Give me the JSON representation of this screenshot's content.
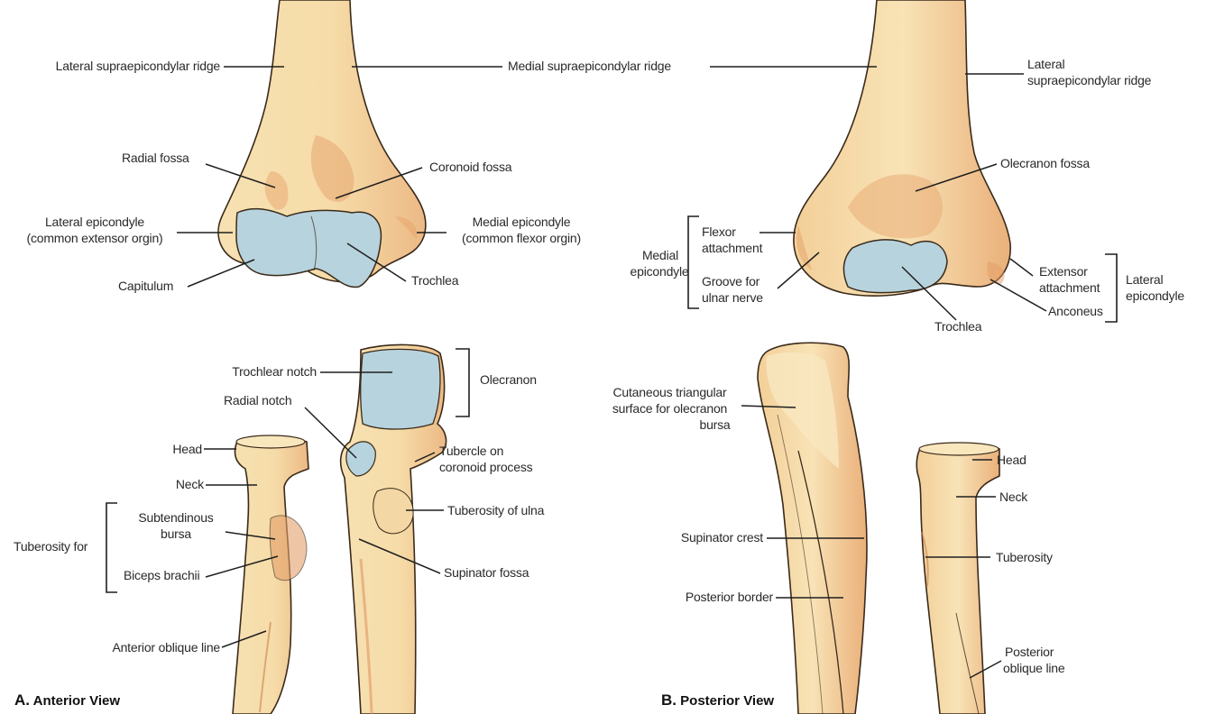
{
  "colors": {
    "bone": "#f6dca8",
    "bone_shade": "#e8a56c",
    "bone_deep": "#d98a55",
    "cartilage": "#b7d3dd",
    "outline": "#3a2a1a",
    "leader": "#1f1f1f",
    "text": "#2a2a2a"
  },
  "anterior": {
    "caption_letter": "A.",
    "caption_text": "Anterior View",
    "labels": {
      "lateral_supraepicondylar_ridge": "Lateral supraepicondylar ridge",
      "medial_supraepicondylar_ridge": "Medial supraepicondylar ridge",
      "radial_fossa": "Radial fossa",
      "coronoid_fossa": "Coronoid fossa",
      "lateral_epicondyle_1": "Lateral epicondyle",
      "lateral_epicondyle_2": "(common extensor orgin)",
      "medial_epicondyle_1": "Medial epicondyle",
      "medial_epicondyle_2": "(common flexor orgin)",
      "capitulum": "Capitulum",
      "trochlea": "Trochlea",
      "trochlear_notch": "Trochlear notch",
      "olecranon": "Olecranon",
      "radial_notch": "Radial notch",
      "head": "Head",
      "neck": "Neck",
      "tubercle_1": "Tubercle on",
      "tubercle_2": "coronoid process",
      "tuberosity_for": "Tuberosity for",
      "subtendinous_1": "Subtendinous",
      "subtendinous_2": "bursa",
      "biceps_brachii": "Biceps brachii",
      "tuberosity_of_ulna": "Tuberosity of ulna",
      "supinator_fossa": "Supinator fossa",
      "anterior_oblique_line": "Anterior oblique line"
    }
  },
  "posterior": {
    "caption_letter": "B.",
    "caption_text": "Posterior View",
    "labels": {
      "lateral_supraepicondylar_ridge_1": "Lateral",
      "lateral_supraepicondylar_ridge_2": "supraepicondylar ridge",
      "olecranon_fossa": "Olecranon fossa",
      "medial_epicondyle_1": "Medial",
      "medial_epicondyle_2": "epicondyle",
      "flexor_attachment_1": "Flexor",
      "flexor_attachment_2": "attachment",
      "groove_1": "Groove for",
      "groove_2": "ulnar nerve",
      "extensor_attachment_1": "Extensor",
      "extensor_attachment_2": "attachment",
      "lateral_epicondyle_1": "Lateral",
      "lateral_epicondyle_2": "epicondyle",
      "trochlea": "Trochlea",
      "anconeus": "Anconeus",
      "cutaneous_1": "Cutaneous triangular",
      "cutaneous_2": "surface for olecranon",
      "cutaneous_3": "bursa",
      "head": "Head",
      "neck": "Neck",
      "supinator_crest": "Supinator crest",
      "tuberosity": "Tuberosity",
      "posterior_border": "Posterior border",
      "posterior_oblique_1": "Posterior",
      "posterior_oblique_2": "oblique line"
    }
  }
}
